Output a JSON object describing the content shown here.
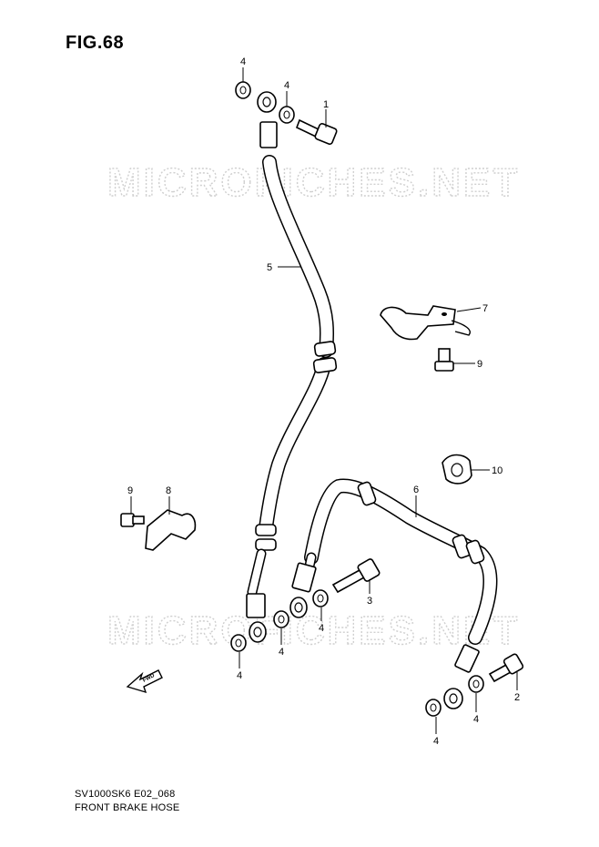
{
  "figure_title": "FIG.68",
  "caption_code": "SV1000SK6 E02_068",
  "caption_name": "FRONT BRAKE HOSE",
  "watermark": "MICROFICHES.NET",
  "fwd_label": "FWD",
  "callouts": [
    "4",
    "4",
    "1",
    "5",
    "7",
    "9",
    "10",
    "6",
    "9",
    "8",
    "3",
    "4",
    "4",
    "4",
    "2",
    "4",
    "4"
  ]
}
